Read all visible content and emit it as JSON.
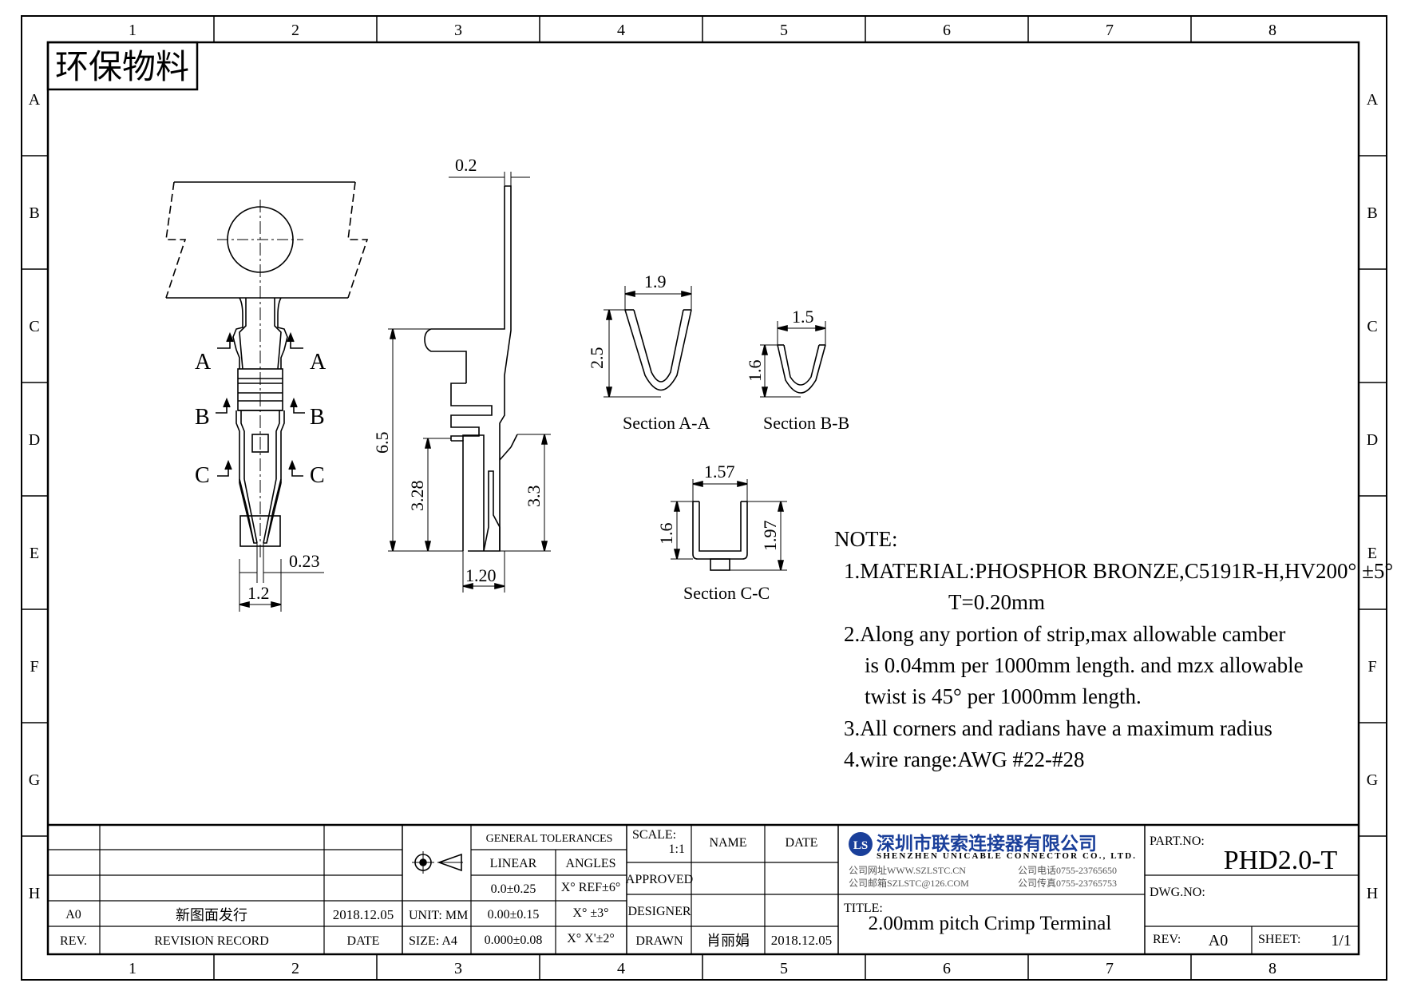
{
  "frame": {
    "columns": [
      "1",
      "2",
      "3",
      "4",
      "5",
      "6",
      "7",
      "8"
    ],
    "rows": [
      "A",
      "B",
      "C",
      "D",
      "E",
      "F",
      "G",
      "H"
    ]
  },
  "stamp": "环保物料",
  "drawing": {
    "front_view": {
      "section_marks": [
        "A",
        "A",
        "B",
        "B",
        "C",
        "C"
      ],
      "dims": {
        "width": "1.2",
        "slot": "0.23"
      }
    },
    "side_view": {
      "dims": {
        "thickness": "0.2",
        "height": "6.5",
        "crimp_height": "3.28",
        "tail_height": "3.3",
        "base_width": "1.20"
      }
    },
    "sections": [
      {
        "label": "Section A-A",
        "width": "1.9",
        "height": "2.5"
      },
      {
        "label": "Section B-B",
        "width": "1.5",
        "height": "1.6"
      },
      {
        "label": "Section C-C",
        "width": "1.57",
        "height_left": "1.6",
        "height_right": "1.97"
      }
    ]
  },
  "notes": {
    "heading": "NOTE:",
    "lines": [
      "1.MATERIAL:PHOSPHOR BRONZE,C5191R-H,HV200° ±5°",
      "T=0.20mm",
      "2.Along any portion of strip,max allowable camber",
      "is 0.04mm per 1000mm length. and mzx allowable",
      "twist is 45° per 1000mm length.",
      "3.All corners and radians have a maximum radius",
      "4.wire range:AWG #22-#28"
    ]
  },
  "title_block": {
    "revision": {
      "rev": "A0",
      "record": "新图面发行",
      "date": "2018.12.05",
      "col_rev": "REV.",
      "col_record": "REVISION RECORD",
      "col_date": "DATE"
    },
    "unit": "UNIT: MM",
    "size": "SIZE: A4",
    "tolerances": {
      "header": "GENERAL TOLERANCES",
      "linear_label": "LINEAR",
      "angles_label": "ANGLES",
      "linear": [
        "0.0±0.25",
        "0.00±0.15",
        "0.000±0.08"
      ],
      "angles": [
        "X° REF±6°",
        "X° ±3°",
        "X° X'±2°"
      ]
    },
    "scale_label": "SCALE:",
    "scale": "1:1",
    "name_label": "NAME",
    "date_label": "DATE",
    "approved_label": "APPROVED",
    "designer_label": "DESIGNER",
    "drawn_label": "DRAWN",
    "drawn_name": "肖丽娟",
    "drawn_date": "2018.12.05",
    "company": {
      "logo": "LS",
      "name_cn": "深圳市联索连接器有限公司",
      "name_en": "SHENZHEN UNICABLE CONNECTOR CO., LTD.",
      "web": "公司网址WWW.SZLSTC.CN",
      "phone": "公司电话0755-23765650",
      "email": "公司邮箱SZLSTC@126.COM",
      "fax": "公司传真0755-23765753"
    },
    "title_label": "TITLE:",
    "title": "2.00mm pitch Crimp Terminal",
    "part_no_label": "PART.NO:",
    "part_no": "PHD2.0-T",
    "dwg_no_label": "DWG.NO:",
    "rev_label": "REV:",
    "rev": "A0",
    "sheet_label": "SHEET:",
    "sheet": "1/1"
  }
}
